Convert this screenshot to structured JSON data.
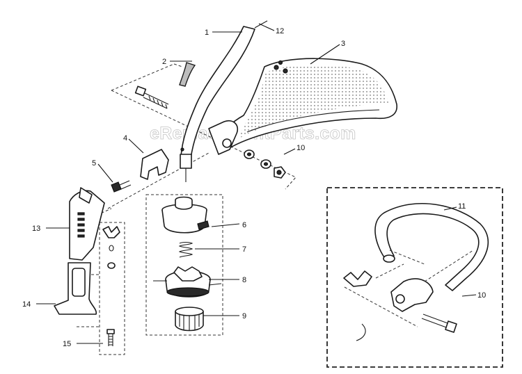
{
  "watermark": "eReplacementParts.com",
  "callouts": [
    {
      "id": "1",
      "label": "1"
    },
    {
      "id": "2",
      "label": "2"
    },
    {
      "id": "3",
      "label": "3"
    },
    {
      "id": "4",
      "label": "4"
    },
    {
      "id": "5",
      "label": "5"
    },
    {
      "id": "6",
      "label": "6"
    },
    {
      "id": "7",
      "label": "7"
    },
    {
      "id": "8",
      "label": "8"
    },
    {
      "id": "9",
      "label": "9"
    },
    {
      "id": "10a",
      "label": "10"
    },
    {
      "id": "10b",
      "label": "10"
    },
    {
      "id": "11",
      "label": "11"
    },
    {
      "id": "12",
      "label": "12"
    },
    {
      "id": "13",
      "label": "13"
    },
    {
      "id": "14",
      "label": "14"
    },
    {
      "id": "15",
      "label": "15"
    }
  ]
}
